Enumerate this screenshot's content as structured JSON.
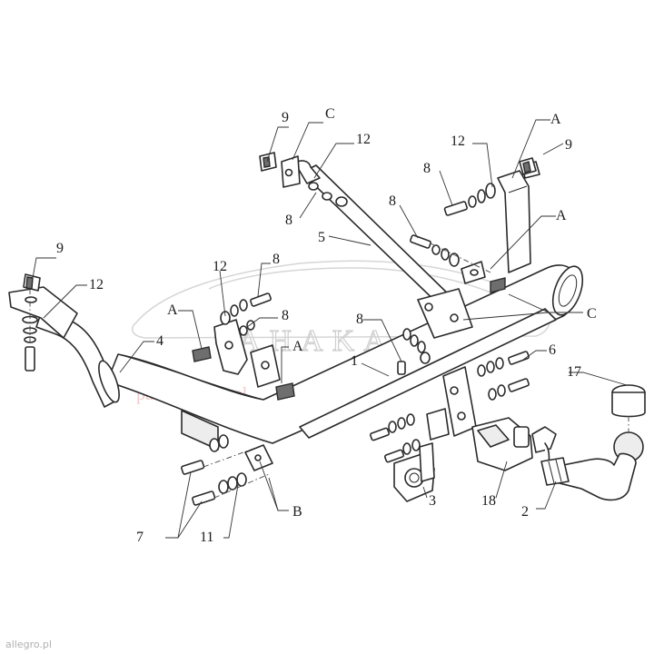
{
  "watermark": {
    "brand": "AHAKA",
    "tagline": "pack and travel"
  },
  "footer_text": "allegro.pl",
  "labels": {
    "l1": "1",
    "l2": "2",
    "l3": "3",
    "l4": "4",
    "l5": "5",
    "l6": "6",
    "l7": "7",
    "l8a": "8",
    "l8b": "8",
    "l8c": "8",
    "l8d": "8",
    "l8e": "8",
    "l8f": "8",
    "l9a": "9",
    "l9b": "9",
    "l9c": "9",
    "l11": "11",
    "l12a": "12",
    "l12b": "12",
    "l12c": "12",
    "l12d": "12",
    "l17": "17",
    "l18": "18",
    "lAa": "A",
    "lAb": "A",
    "lAc": "A",
    "lAd": "A",
    "lB": "B",
    "lCa": "C",
    "lCb": "C"
  },
  "icons": {
    "towbar": "tow-hitch-exploded-diagram"
  }
}
